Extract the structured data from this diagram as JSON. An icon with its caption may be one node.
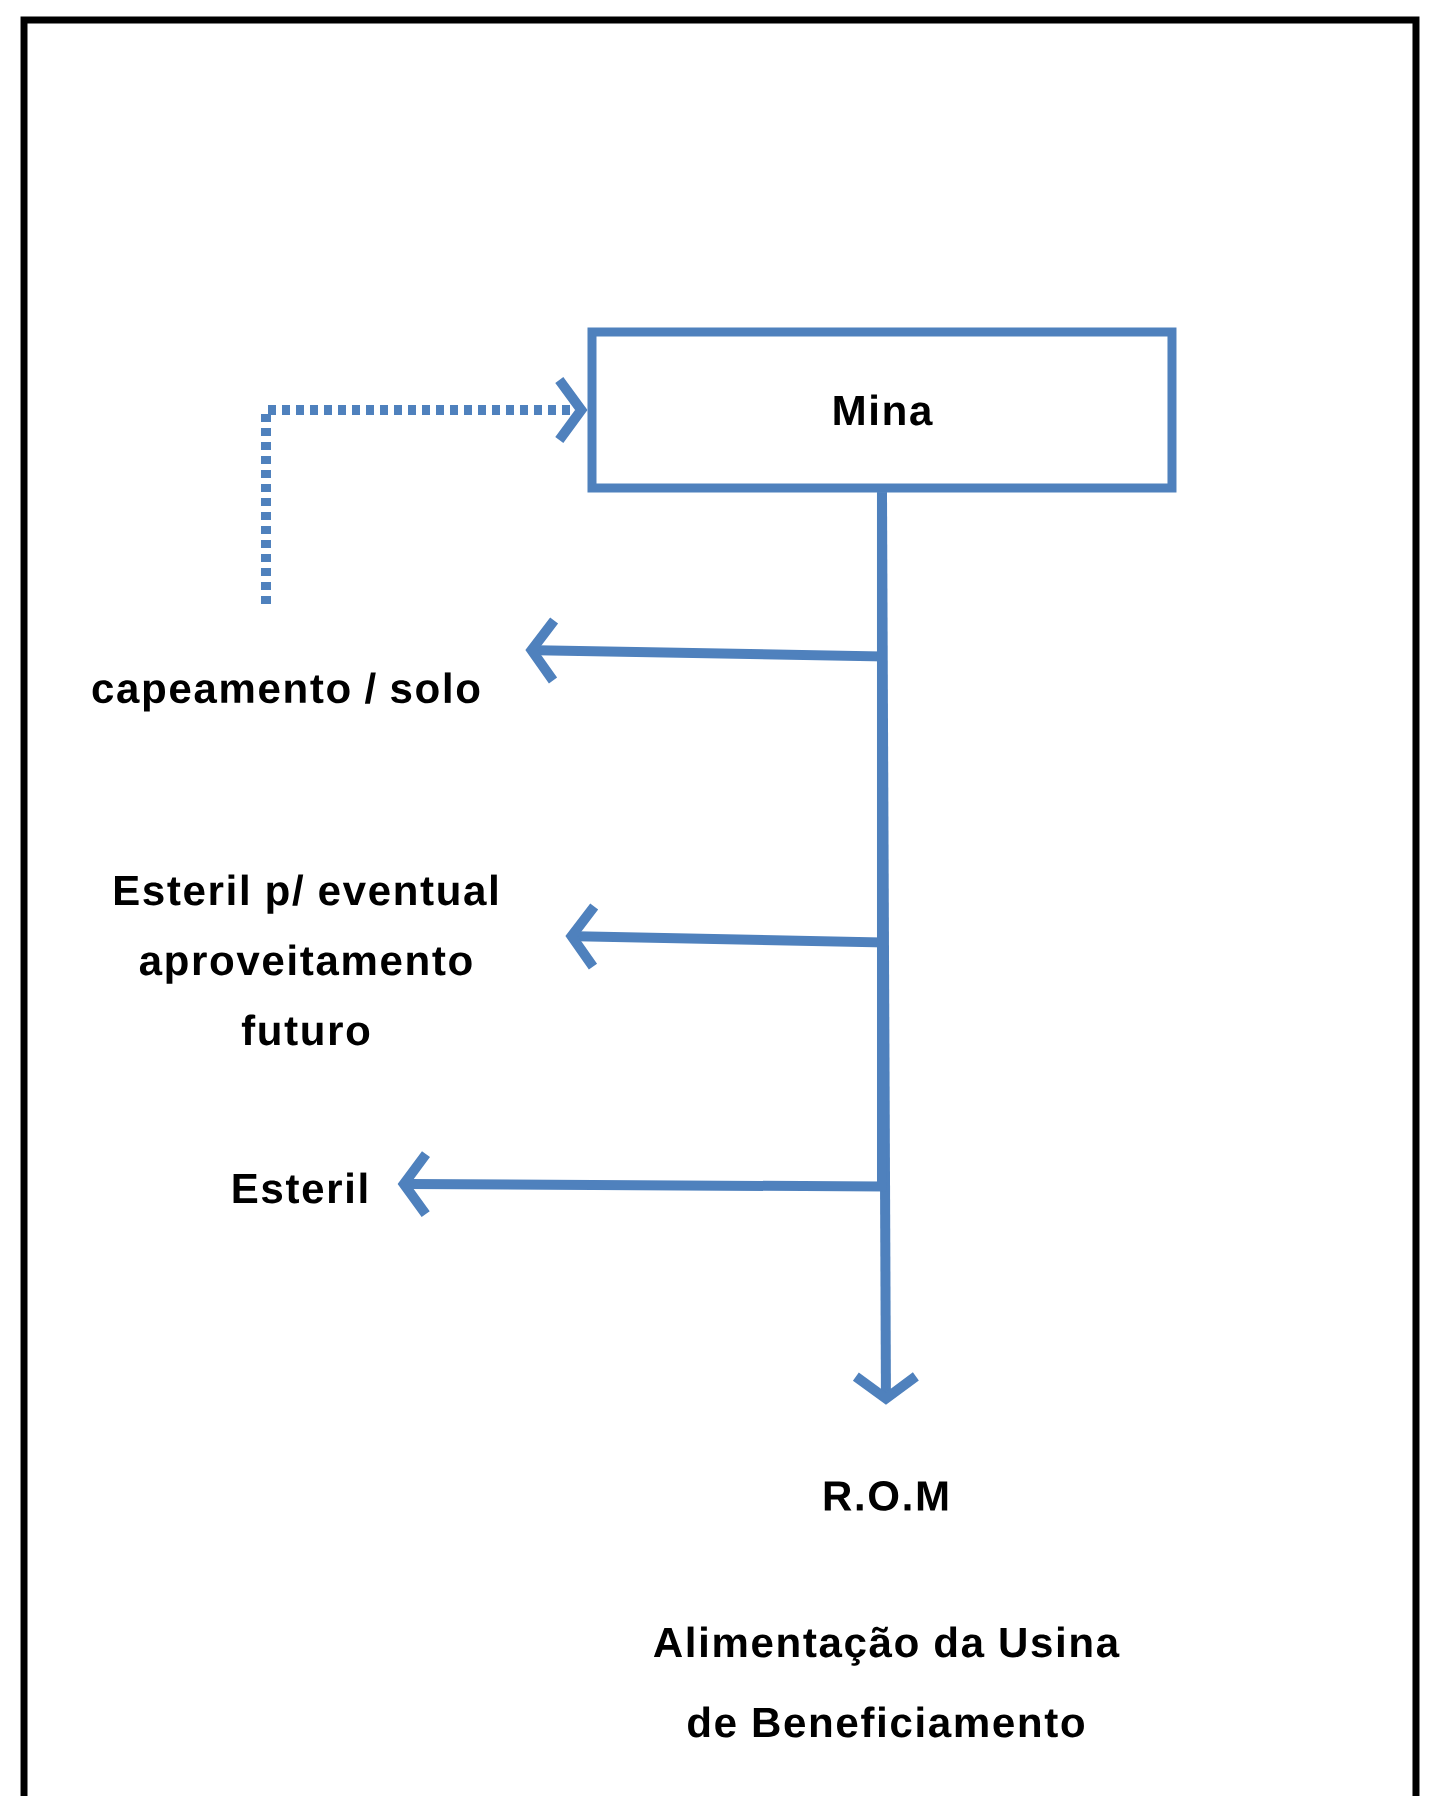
{
  "diagram": {
    "nodes": [
      {
        "text": [
          "Mina"
        ]
      },
      {
        "text": [
          "capeamento / solo"
        ]
      },
      {
        "text": [
          "Esteril p/ eventual aproveitamento futuro"
        ]
      },
      {
        "text": [
          "Esteril"
        ]
      },
      {
        "text": [
          "R.O.M"
        ],
        "beside": [
          "Alimentação da Usina de Beneficiamento"
        ]
      }
    ],
    "edges": [
      {
        "from": null,
        "to": 0,
        "arrow": "to",
        "style": "dashed"
      },
      {
        "from": 0,
        "to": 4,
        "arrow": "to"
      },
      {
        "from": 0,
        "to": 1,
        "arrow": "to"
      },
      {
        "from": 0,
        "to": 2,
        "arrow": "to"
      },
      {
        "from": 0,
        "to": 3,
        "arrow": "to"
      }
    ]
  }
}
